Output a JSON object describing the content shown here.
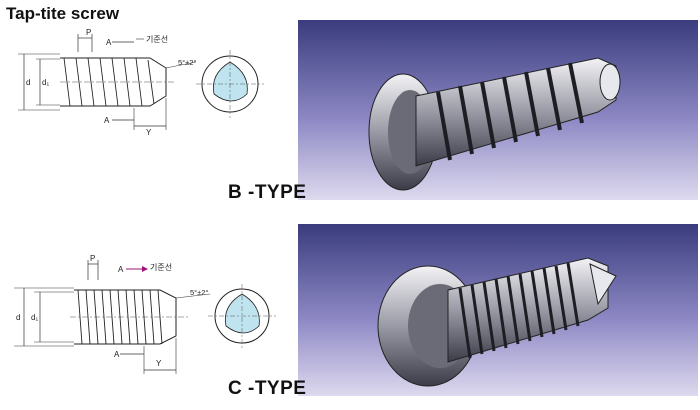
{
  "title": "Tap-tite screw",
  "b_type": {
    "label": "B -TYPE",
    "dim_p": "P",
    "dim_a_top": "A",
    "reference_line": "기준선",
    "dim_d": "d",
    "dim_d1": "d₁",
    "angle": "5°±2°",
    "dim_a_bottom": "A",
    "dim_y": "Y"
  },
  "c_type": {
    "label": "C -TYPE",
    "dim_p": "P",
    "dim_a_top": "A",
    "reference_line": "기준선",
    "dim_d": "d",
    "dim_d1": "d₁",
    "angle": "5°±2°",
    "dim_a_bottom": "A",
    "dim_y": "Y"
  },
  "colors": {
    "photo_top": "#3a3c7e",
    "photo_mid": "#8d88c4",
    "photo_bottom": "#ddd9ee",
    "section_fill": "#bfe3ef",
    "arrow_accent": "#a0137a"
  }
}
